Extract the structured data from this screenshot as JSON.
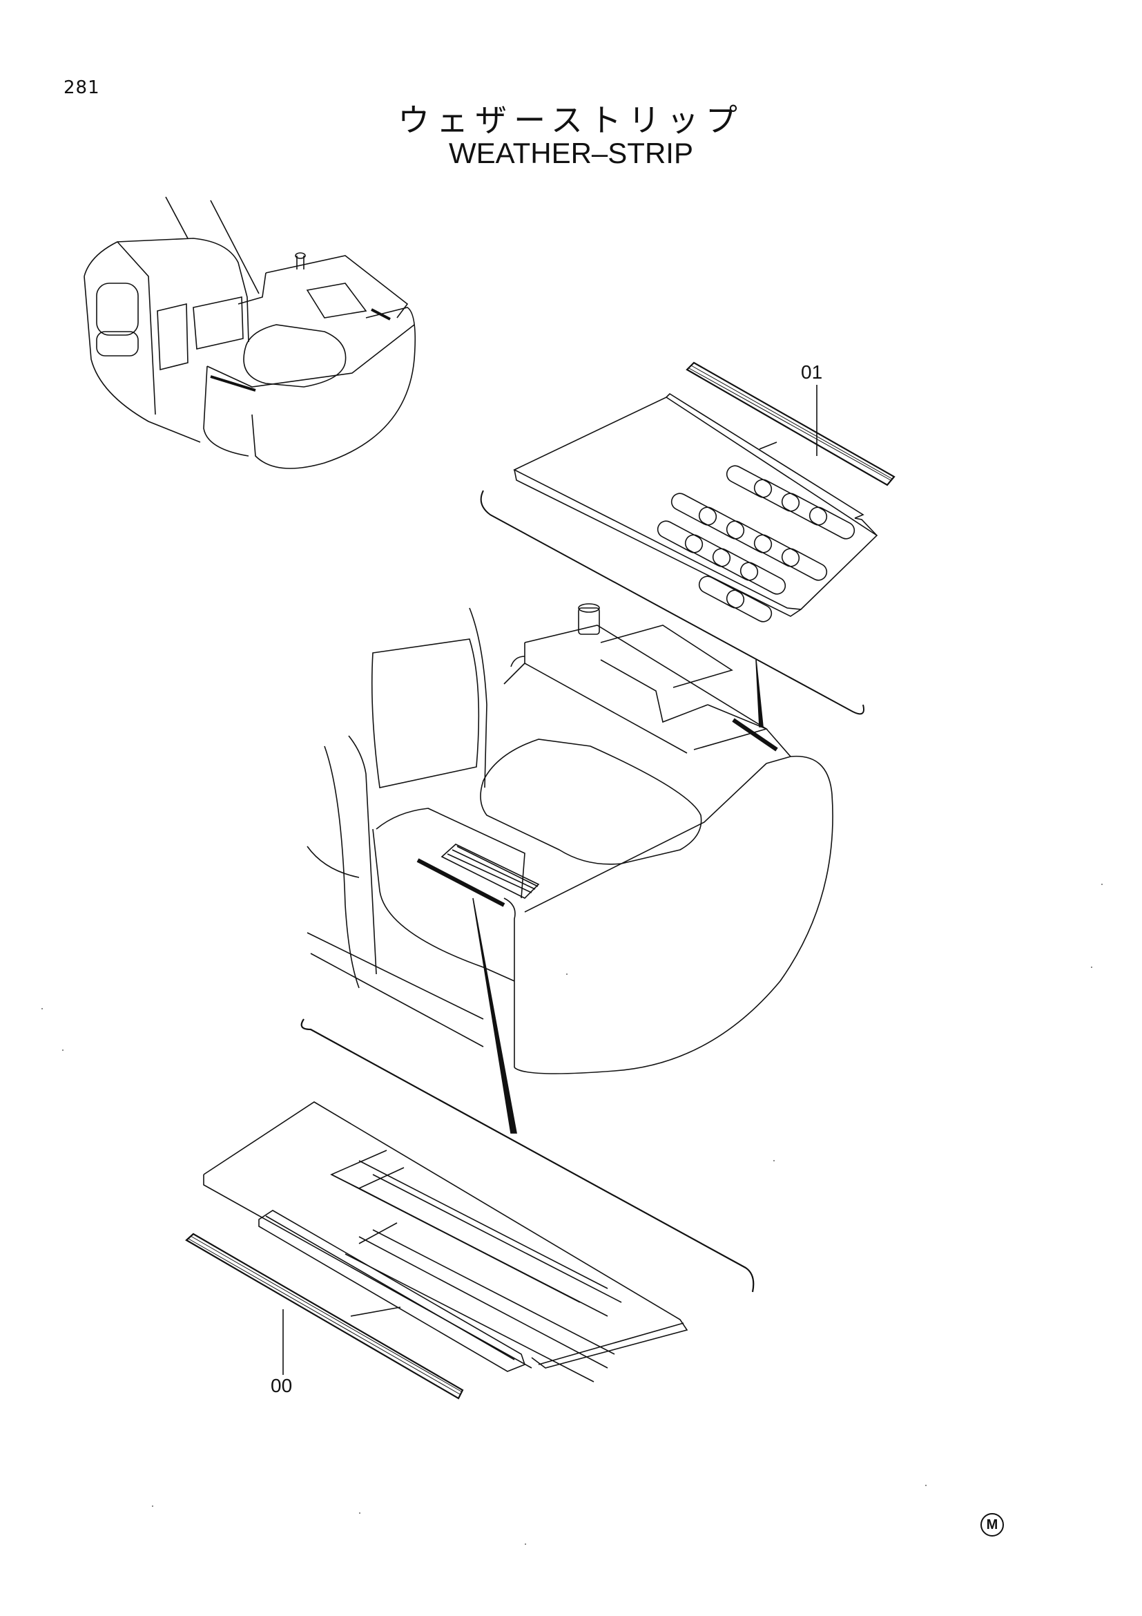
{
  "page_number": "281",
  "title_jp": "ウェザーストリップ",
  "title_en": "WEATHER–STRIP",
  "callouts": [
    {
      "id": "part-01",
      "label": "01"
    },
    {
      "id": "part-00",
      "label": "00"
    }
  ],
  "corner_mark": "M",
  "colors": {
    "line": "#111111",
    "background": "#ffffff"
  }
}
